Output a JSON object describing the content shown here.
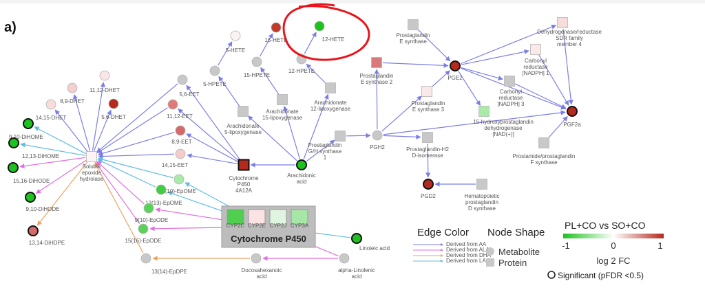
{
  "panel_label": "a)",
  "nodes": [
    {
      "id": "hete5",
      "label": "5-HETE",
      "shape": "circle",
      "color": "#fbf2f2",
      "sig": false,
      "ann": false
    },
    {
      "id": "hete15",
      "label": "15-HETE",
      "shape": "circle",
      "color": "#c0392b",
      "sig": false,
      "ann": false
    },
    {
      "id": "hete12",
      "label": "12-HETE",
      "shape": "circle",
      "color": "#1ec21e",
      "sig": false,
      "ann": true
    },
    {
      "id": "hpete5",
      "label": "5-HPETE",
      "shape": "circle",
      "color": "#c8c8c8",
      "sig": false,
      "ann": false
    },
    {
      "id": "hpete15",
      "label": "15-HPETE",
      "shape": "circle",
      "color": "#c8c8c8",
      "sig": false,
      "ann": false
    },
    {
      "id": "hpete12",
      "label": "12-HPETE",
      "shape": "circle",
      "color": "#c8c8c8",
      "sig": false,
      "ann": false
    },
    {
      "id": "lox5",
      "label": "Arachidonate\n5-lipoxygenase",
      "shape": "square",
      "color": "#c8c8c8",
      "sig": false,
      "ann": false
    },
    {
      "id": "lox15",
      "label": "Arachidonate\n15-lipoxygenase",
      "shape": "square",
      "color": "#c8c8c8",
      "sig": false,
      "ann": false
    },
    {
      "id": "lox12",
      "label": "Arachidonate\n12-lipoxygenase",
      "shape": "square",
      "color": "#c8c8c8",
      "sig": false,
      "ann": false
    },
    {
      "id": "aa",
      "label": "Arachidonic\nacid",
      "shape": "circle",
      "color": "#1ec21e",
      "sig": true,
      "ann": false
    },
    {
      "id": "cyp4a12",
      "label": "Cytochrome\nP450\n4A12A",
      "shape": "square",
      "color": "#b52a1e",
      "sig": true,
      "ann": false
    },
    {
      "id": "eet56",
      "label": "5,6-EET",
      "shape": "circle",
      "color": "#c8c8c8",
      "sig": false,
      "ann": false
    },
    {
      "id": "eet1112",
      "label": "11,12-EET",
      "shape": "circle",
      "color": "#e07a7a",
      "sig": false,
      "ann": false
    },
    {
      "id": "eet89",
      "label": "8,9-EET",
      "shape": "circle",
      "color": "#d46a6a",
      "sig": false,
      "ann": false
    },
    {
      "id": "eet1415",
      "label": "14,15-EET",
      "shape": "circle",
      "color": "#f4cccc",
      "sig": false,
      "ann": false
    },
    {
      "id": "dhet1112",
      "label": "11,12-DHET",
      "shape": "circle",
      "color": "#fae6e6",
      "sig": false,
      "ann": false
    },
    {
      "id": "dhet89",
      "label": "8,9-DHET",
      "shape": "circle",
      "color": "#f3cfcf",
      "sig": false,
      "ann": false
    },
    {
      "id": "dhet56",
      "label": "5,6-DHET",
      "shape": "circle",
      "color": "#b52a1e",
      "sig": false,
      "ann": false
    },
    {
      "id": "dhet1415",
      "label": "14,15-DHET",
      "shape": "circle",
      "color": "#f7dcdc",
      "sig": false,
      "ann": false
    },
    {
      "id": "seh",
      "label": "Soluble\nepoxide\nhydrolase",
      "shape": "square",
      "color": "#fdf5f5",
      "sig": false,
      "ann": false
    },
    {
      "id": "dihome910",
      "label": "9,10-DiHOME",
      "shape": "circle",
      "color": "#1ec21e",
      "sig": true,
      "ann": false
    },
    {
      "id": "dihome1213",
      "label": "12,13-DiHOME",
      "shape": "circle",
      "color": "#1ec21e",
      "sig": true,
      "ann": false
    },
    {
      "id": "dihode1516",
      "label": "15,16-DiHODE",
      "shape": "circle",
      "color": "#1ec21e",
      "sig": true,
      "ann": false
    },
    {
      "id": "dihode910",
      "label": "9,10-DiHODE",
      "shape": "circle",
      "color": "#1ec21e",
      "sig": true,
      "ann": false
    },
    {
      "id": "dihdpe1314",
      "label": "13,14-DiHDPE",
      "shape": "circle",
      "color": "#d46a6a",
      "sig": true,
      "ann": false
    },
    {
      "id": "epome910",
      "label": "9(10)-EpOME",
      "shape": "circle",
      "color": "#a8eaa8",
      "sig": false,
      "ann": false
    },
    {
      "id": "epome1213",
      "label": "12(13)-EpOME",
      "shape": "circle",
      "color": "#43cc43",
      "sig": false,
      "ann": false
    },
    {
      "id": "epode910",
      "label": "9(10)-EpODE",
      "shape": "circle",
      "color": "#5ad25a",
      "sig": false,
      "ann": false
    },
    {
      "id": "epode1516",
      "label": "15(16)-EpODE",
      "shape": "circle",
      "color": "#5ad25a",
      "sig": false,
      "ann": false
    },
    {
      "id": "epdpe1314",
      "label": "13(14)-EpDPE",
      "shape": "circle",
      "color": "#c8c8c8",
      "sig": false,
      "ann": false
    },
    {
      "id": "dha",
      "label": "Docosahexanoic\nacid",
      "shape": "circle",
      "color": "#c8c8c8",
      "sig": false,
      "ann": false
    },
    {
      "id": "ala",
      "label": "alpha-Linolenic\nacid",
      "shape": "circle",
      "color": "#c8c8c8",
      "sig": false,
      "ann": false
    },
    {
      "id": "la",
      "label": "Linoleic acid",
      "shape": "circle",
      "color": "#1ec21e",
      "sig": true,
      "ann": false
    },
    {
      "id": "pes",
      "label": "Prostaglandin\nE synthase",
      "shape": "square",
      "color": "#c8c8c8",
      "sig": false,
      "ann": false
    },
    {
      "id": "pes2",
      "label": "Prostaglandin\nE synthase 2",
      "shape": "square",
      "color": "#d97a7a",
      "sig": false,
      "ann": false
    },
    {
      "id": "pes3",
      "label": "Prostaglandin\nE synthase 3",
      "shape": "square",
      "color": "#fbe8e8",
      "sig": false,
      "ann": false
    },
    {
      "id": "pgghs1",
      "label": "Prostaglandin\nG/H synthase\n1",
      "shape": "square",
      "color": "#c8c8c8",
      "sig": false,
      "ann": false
    },
    {
      "id": "pgh2",
      "label": "PGH2",
      "shape": "circle",
      "color": "#c8c8c8",
      "sig": false,
      "ann": false
    },
    {
      "id": "pgdi",
      "label": "Prostaglandin-H2\nD-isomerase",
      "shape": "square",
      "color": "#c8c8c8",
      "sig": false,
      "ann": false
    },
    {
      "id": "pgd2",
      "label": "PGD2",
      "shape": "circle",
      "color": "#b52a1e",
      "sig": true,
      "ann": false
    },
    {
      "id": "hpgds",
      "label": "Hematopoietic\nprostaglandin\nD synthase",
      "shape": "square",
      "color": "#c8c8c8",
      "sig": false,
      "ann": false
    },
    {
      "id": "pge2",
      "label": "PGE2",
      "shape": "circle",
      "color": "#b52a1e",
      "sig": true,
      "ann": false
    },
    {
      "id": "hpgd",
      "label": "15-hydroxyprostaglandin\ndehydrogenase\n[NAD(+)]",
      "shape": "square",
      "color": "#a8eaa8",
      "sig": false,
      "ann": false
    },
    {
      "id": "cbr1",
      "label": "Carbonyl\nreductase\n[NADPH] 1",
      "shape": "square",
      "color": "#fbe8e8",
      "sig": false,
      "ann": false
    },
    {
      "id": "cbr3",
      "label": "Carbonyl\nreductase\n[NADPH] 3",
      "shape": "square",
      "color": "#c8c8c8",
      "sig": false,
      "ann": false
    },
    {
      "id": "sdr",
      "label": "Dehydrogenase/reductase\nSDR family\nmember 4",
      "shape": "square",
      "color": "#f7dcdc",
      "sig": false,
      "ann": false
    },
    {
      "id": "pgf2a",
      "label": "PGF2a",
      "shape": "circle",
      "color": "#b52a1e",
      "sig": true,
      "ann": false
    },
    {
      "id": "pgfs",
      "label": "Prostamide/prostaglandin\nF synthase",
      "shape": "square",
      "color": "#c8c8c8",
      "sig": false,
      "ann": false
    }
  ],
  "edges": [
    {
      "from": "hpete5",
      "to": "hete5",
      "type": "aa"
    },
    {
      "from": "hpete15",
      "to": "hete15",
      "type": "aa"
    },
    {
      "from": "hpete12",
      "to": "hete12",
      "type": "aa"
    },
    {
      "from": "aa",
      "to": "lox5",
      "type": "aa"
    },
    {
      "from": "lox5",
      "to": "hpete5",
      "type": "aa"
    },
    {
      "from": "aa",
      "to": "lox15",
      "type": "aa"
    },
    {
      "from": "lox15",
      "to": "hpete15",
      "type": "aa"
    },
    {
      "from": "aa",
      "to": "lox12",
      "type": "aa"
    },
    {
      "from": "lox12",
      "to": "hpete12",
      "type": "aa"
    },
    {
      "from": "aa",
      "to": "cyp4a12",
      "type": "aa"
    },
    {
      "from": "cyp4a12",
      "to": "eet56",
      "type": "aa"
    },
    {
      "from": "cyp4a12",
      "to": "eet1112",
      "type": "aa"
    },
    {
      "from": "cyp4a12",
      "to": "eet89",
      "type": "aa"
    },
    {
      "from": "cyp4a12",
      "to": "eet1415",
      "type": "aa"
    },
    {
      "from": "eet56",
      "to": "seh",
      "type": "aa"
    },
    {
      "from": "eet1112",
      "to": "seh",
      "type": "aa"
    },
    {
      "from": "eet89",
      "to": "seh",
      "type": "aa"
    },
    {
      "from": "eet1415",
      "to": "seh",
      "type": "aa"
    },
    {
      "from": "seh",
      "to": "dhet1112",
      "type": "aa"
    },
    {
      "from": "seh",
      "to": "dhet89",
      "type": "aa"
    },
    {
      "from": "seh",
      "to": "dhet56",
      "type": "aa"
    },
    {
      "from": "seh",
      "to": "dhet1415",
      "type": "aa"
    },
    {
      "from": "seh",
      "to": "dihome910",
      "type": "la"
    },
    {
      "from": "seh",
      "to": "dihome1213",
      "type": "la"
    },
    {
      "from": "seh",
      "to": "dihode1516",
      "type": "ala"
    },
    {
      "from": "seh",
      "to": "dihode910",
      "type": "ala"
    },
    {
      "from": "seh",
      "to": "dihdpe1314",
      "type": "dha"
    },
    {
      "from": "epome910",
      "to": "seh",
      "type": "la"
    },
    {
      "from": "epome1213",
      "to": "seh",
      "type": "la"
    },
    {
      "from": "epode910",
      "to": "seh",
      "type": "ala"
    },
    {
      "from": "epode1516",
      "to": "seh",
      "type": "ala"
    },
    {
      "from": "epdpe1314",
      "to": "seh",
      "type": "dha"
    },
    {
      "from": "cyp450box",
      "to": "epome910",
      "type": "la"
    },
    {
      "from": "cyp450box",
      "to": "epome1213",
      "type": "la"
    },
    {
      "from": "cyp450box",
      "to": "epode910",
      "type": "ala"
    },
    {
      "from": "cyp450box",
      "to": "epode1516",
      "type": "ala"
    },
    {
      "from": "la",
      "to": "cyp450box",
      "type": "la"
    },
    {
      "from": "ala",
      "to": "cyp450box",
      "type": "ala"
    },
    {
      "from": "ala",
      "to": "dha",
      "type": "ala"
    },
    {
      "from": "dha",
      "to": "epdpe1314",
      "type": "dha"
    },
    {
      "from": "aa",
      "to": "pgghs1",
      "type": "aa"
    },
    {
      "from": "pgghs1",
      "to": "pgh2",
      "type": "aa"
    },
    {
      "from": "pgh2",
      "to": "pes2",
      "type": "aa"
    },
    {
      "from": "pes2",
      "to": "pge2",
      "type": "aa"
    },
    {
      "from": "pgh2",
      "to": "pes3",
      "type": "aa"
    },
    {
      "from": "pes3",
      "to": "pge2",
      "type": "aa"
    },
    {
      "from": "pes",
      "to": "pge2",
      "type": "aa"
    },
    {
      "from": "pgh2",
      "to": "pgdi",
      "type": "aa"
    },
    {
      "from": "pgdi",
      "to": "pgd2",
      "type": "aa"
    },
    {
      "from": "hpgds",
      "to": "pgd2",
      "type": "aa"
    },
    {
      "from": "pge2",
      "to": "hpgd",
      "type": "aa"
    },
    {
      "from": "pge2",
      "to": "cbr1",
      "type": "aa"
    },
    {
      "from": "pge2",
      "to": "cbr3",
      "type": "aa"
    },
    {
      "from": "pge2",
      "to": "sdr",
      "type": "aa"
    },
    {
      "from": "pge2",
      "to": "pgf2a",
      "type": "aa"
    },
    {
      "from": "cbr1",
      "to": "pgf2a",
      "type": "aa"
    },
    {
      "from": "cbr3",
      "to": "pgf2a",
      "type": "aa"
    },
    {
      "from": "sdr",
      "to": "pgf2a",
      "type": "aa"
    },
    {
      "from": "pgh2",
      "to": "pgf2a",
      "type": "aa"
    },
    {
      "from": "pgfs",
      "to": "pgf2a",
      "type": "aa"
    }
  ],
  "cyp_group": {
    "title": "Cytochrome P450",
    "members": [
      {
        "label": "CYP2C",
        "color": "#4fce4f"
      },
      {
        "label": "CYP2E",
        "color": "#fbe3e3"
      },
      {
        "label": "CYP2J",
        "color": "#dff5df"
      },
      {
        "label": "CYP3A",
        "color": "#a6e6a6"
      }
    ]
  },
  "legend": {
    "edge_title": "Edge Color",
    "edge_items": [
      {
        "label": "Derived from AA",
        "color": "#7b7de6"
      },
      {
        "label": "Derived from ALA",
        "color": "#e36ee0"
      },
      {
        "label": "Derived from DHA",
        "color": "#eda262"
      },
      {
        "label": "Derived from LA",
        "color": "#5dbde0"
      }
    ],
    "shape_title": "Node Shape",
    "shape_items": [
      "Metabolite",
      "Protein"
    ],
    "scale_title": "PL+CO vs SO+CO",
    "scale_min": "-1",
    "scale_mid": "0",
    "scale_max": "1",
    "scale_colors": [
      "#1ec21e",
      "#ffffff",
      "#b52a1e"
    ],
    "scale_caption": "log 2 FC",
    "sig_note": "Significant (pFDR <0.5)"
  },
  "annotation_color": "#e8141c",
  "edge_palette": {
    "aa": "#7b7de6",
    "ala": "#e36ee0",
    "dha": "#eda262",
    "la": "#5dbde0"
  }
}
